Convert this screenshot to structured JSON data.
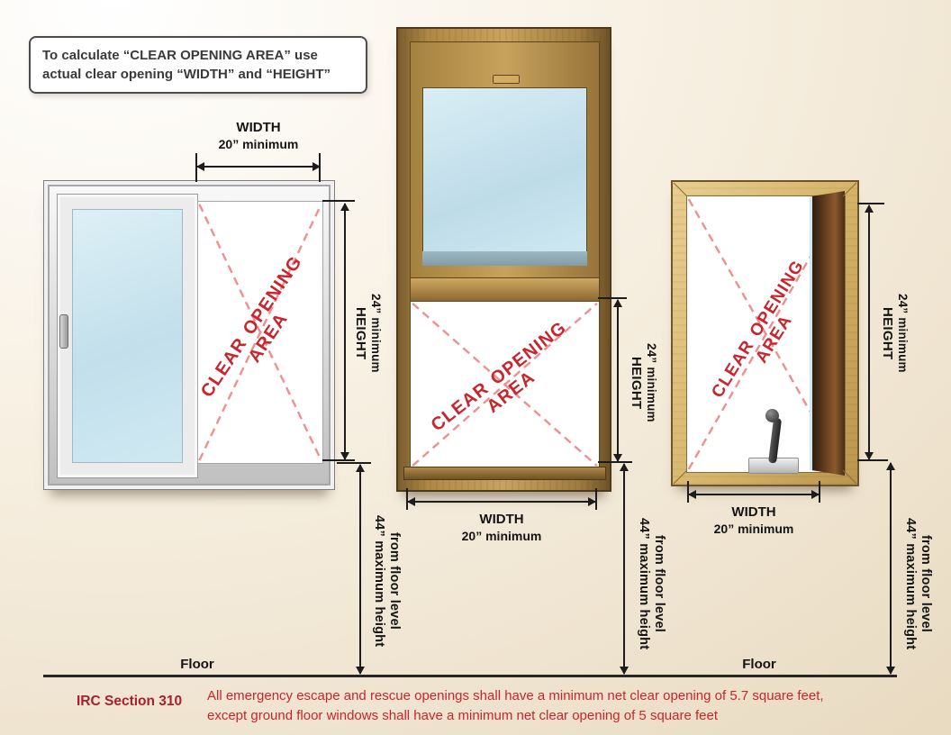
{
  "instruction_box": {
    "line1": "To calculate “CLEAR OPENING AREA” use",
    "line2": "actual clear opening “WIDTH” and “HEIGHT”"
  },
  "dimensions": {
    "width_label": "WIDTH",
    "width_min": "20” minimum",
    "height_label": "HEIGHT",
    "height_min": "24” minimum",
    "max_height_line1": "44” maximum height",
    "max_height_line2": "from floor level"
  },
  "clear_opening": {
    "line1": "CLEAR OPENING",
    "line2": "AREA"
  },
  "floor_label": "Floor",
  "footer": {
    "section": "IRC Section 310",
    "line1": "All emergency escape and rescue openings shall have a minimum net clear opening of 5.7 square feet,",
    "line2": "except ground floor windows shall have a minimum net clear opening of 5 square feet"
  },
  "colors": {
    "red": "#c9252c",
    "dash": "#ef8f8f",
    "ink": "#1c1c1c",
    "glass": "#cfe7f0",
    "wood-mid": "#b08944",
    "wood-light": "#d9bc7e"
  }
}
